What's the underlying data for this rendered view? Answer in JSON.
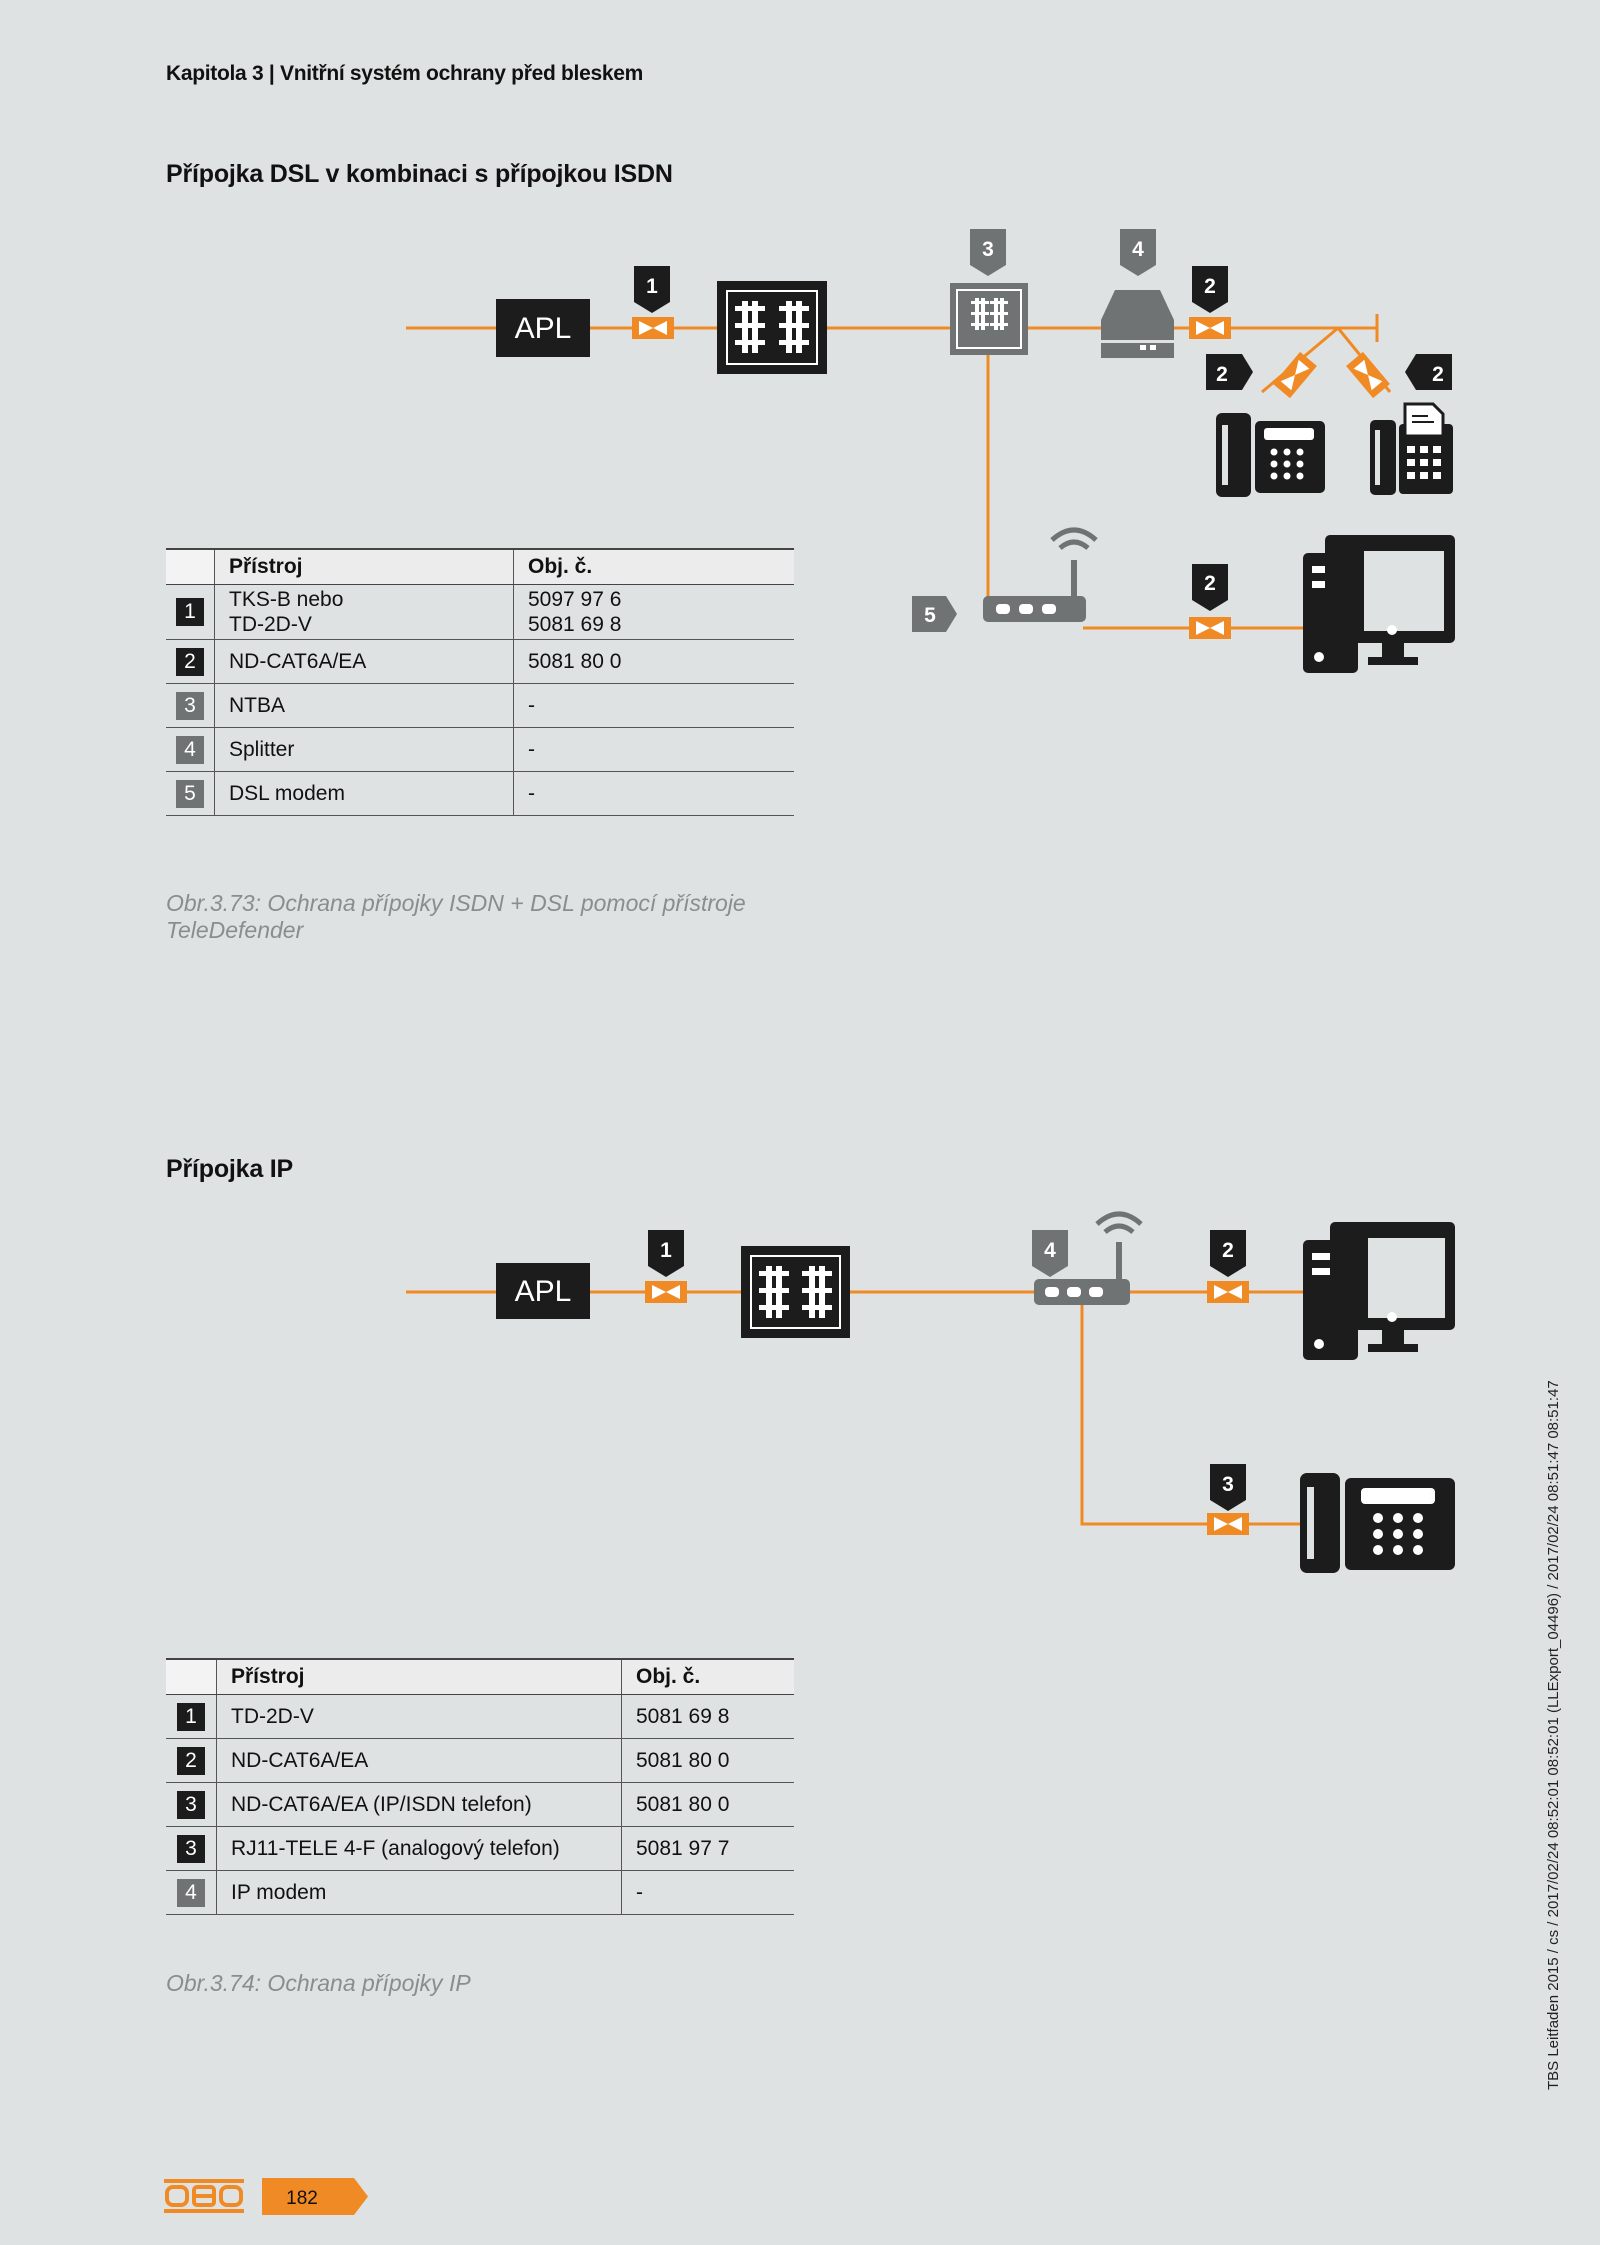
{
  "header": {
    "chapter": "Kapitola 3 | Vnitřní systém ochrany před bleskem"
  },
  "section1": {
    "title": "Přípojka DSL v kombinaci s přípojkou ISDN",
    "diagram": {
      "apl_label": "APL",
      "markers": [
        "1",
        "2",
        "2",
        "2",
        "2",
        "3",
        "4",
        "5"
      ]
    },
    "table": {
      "headers": [
        "Přístroj",
        "Obj. č."
      ],
      "rows": [
        {
          "num": "1",
          "device_l1": "TKS-B nebo",
          "device_l2": "TD-2D-V",
          "code_l1": "5097 97 6",
          "code_l2": "5081 69 8"
        },
        {
          "num": "2",
          "device": "ND-CAT6A/EA",
          "code": "5081 80 0"
        },
        {
          "num": "3",
          "device": "NTBA",
          "code": "-"
        },
        {
          "num": "4",
          "device": "Splitter",
          "code": "-"
        },
        {
          "num": "5",
          "device": "DSL modem",
          "code": "-"
        }
      ]
    },
    "caption_l1": "Obr.3.73: Ochrana přípojky ISDN + DSL pomocí přístroje",
    "caption_l2": "TeleDefender"
  },
  "section2": {
    "title": "Přípojka IP",
    "diagram": {
      "apl_label": "APL",
      "markers": [
        "1",
        "4",
        "2",
        "3"
      ]
    },
    "table": {
      "headers": [
        "Přístroj",
        "Obj. č."
      ],
      "rows": [
        {
          "num": "1",
          "device": "TD-2D-V",
          "code": "5081 69 8"
        },
        {
          "num": "2",
          "device": "ND-CAT6A/EA",
          "code": "5081 80 0"
        },
        {
          "num": "3",
          "device": "ND-CAT6A/EA (IP/ISDN telefon)",
          "code": "5081 80 0"
        },
        {
          "num": "3",
          "device": "RJ11-TELE 4-F (analogový telefon)",
          "code": "5081 97 7"
        },
        {
          "num": "4",
          "device": "IP modem",
          "code": "-"
        }
      ]
    },
    "caption": "Obr.3.74: Ochrana přípojky IP"
  },
  "footer": {
    "page_number": "182",
    "logo_text": "OBO",
    "side_note": "TBS Leitfaden 2015 / cs / 2017/02/24 08:52:01 08:52:01 (LLExport_04496) / 2017/02/24 08:51:47 08:51:47"
  },
  "colors": {
    "orange": "#f08a24",
    "dark": "#1c1c1c",
    "gray": "#6f7373",
    "background": "#dfe2e2"
  }
}
